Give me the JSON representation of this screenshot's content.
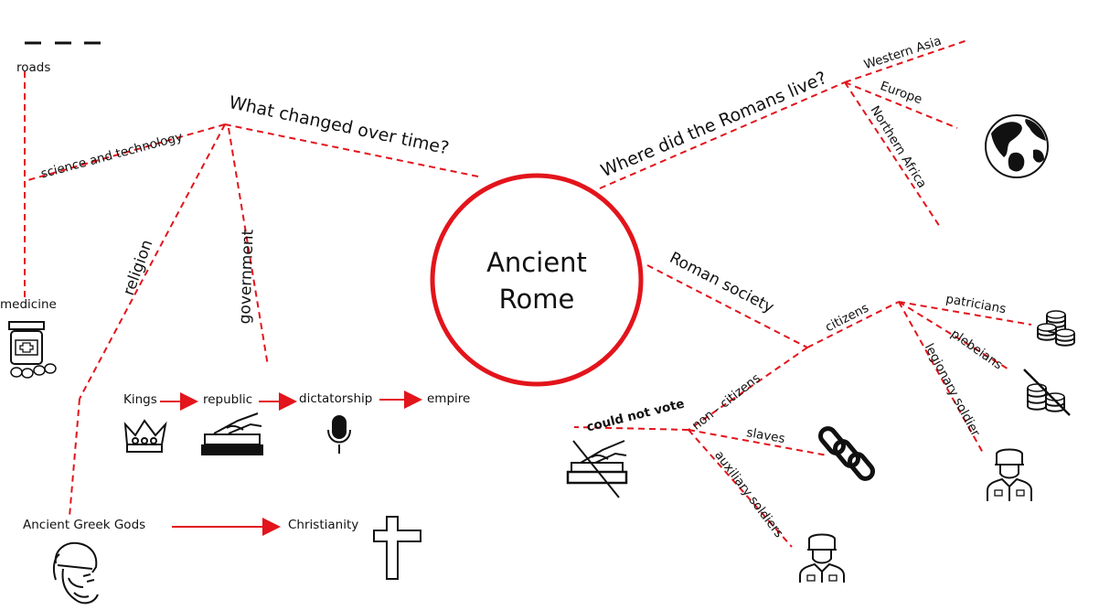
{
  "center": {
    "line1": "Ancient",
    "line2": "Rome"
  },
  "colors": {
    "accent": "#e3141b",
    "ink": "#111111"
  },
  "branches": {
    "changed": {
      "question": "What changed over time?",
      "science": "science and technology",
      "roads": "roads",
      "medicine": "medicine",
      "religion": "religion",
      "government": "government"
    },
    "live": {
      "question": "Where did the Romans live?",
      "western_asia": "Western Asia",
      "europe": "Europe",
      "north_africa": "Northern Africa"
    },
    "society": {
      "title": "Roman society",
      "citizens": "citizens",
      "patricians": "patricians",
      "plebeians": "plebeians",
      "legionary": "legionary soldier",
      "non_citizens": "non - citizens",
      "could_not_vote": "could not vote",
      "slaves": "slaves",
      "auxiliary": "auxiliary soldiers"
    }
  },
  "government_sequence": [
    "Kings",
    "republic",
    "dictatorship",
    "empire"
  ],
  "religion_sequence": [
    "Ancient Greek Gods",
    "Christianity"
  ],
  "icons": [
    "crown-icon",
    "ballot-box-icon",
    "microphone-icon",
    "cross-icon",
    "medicine-bottle-icon",
    "pills-icon",
    "globe-icon",
    "coins-icon",
    "no-coins-icon",
    "chain-icon",
    "soldier-icon",
    "no-vote-icon",
    "greek-god-icon"
  ]
}
